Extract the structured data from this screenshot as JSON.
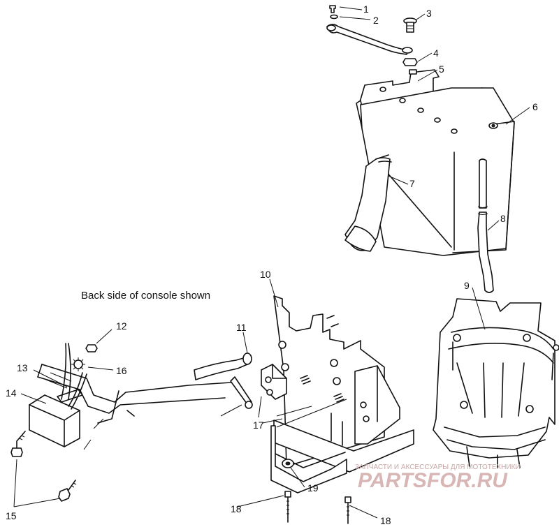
{
  "caption": "Back side of console shown",
  "callouts": [
    "1",
    "2",
    "3",
    "4",
    "5",
    "6",
    "7",
    "8",
    "9",
    "10",
    "11",
    "12",
    "13",
    "14",
    "15",
    "16",
    "17",
    "18",
    "18",
    "19"
  ],
  "watermark": {
    "tagline": "ЗАПЧАСТИ И АКСЕССУАРЫ ДЛЯ МОТОТЕХНИКИ",
    "brand": "PARTSFOR.RU"
  }
}
